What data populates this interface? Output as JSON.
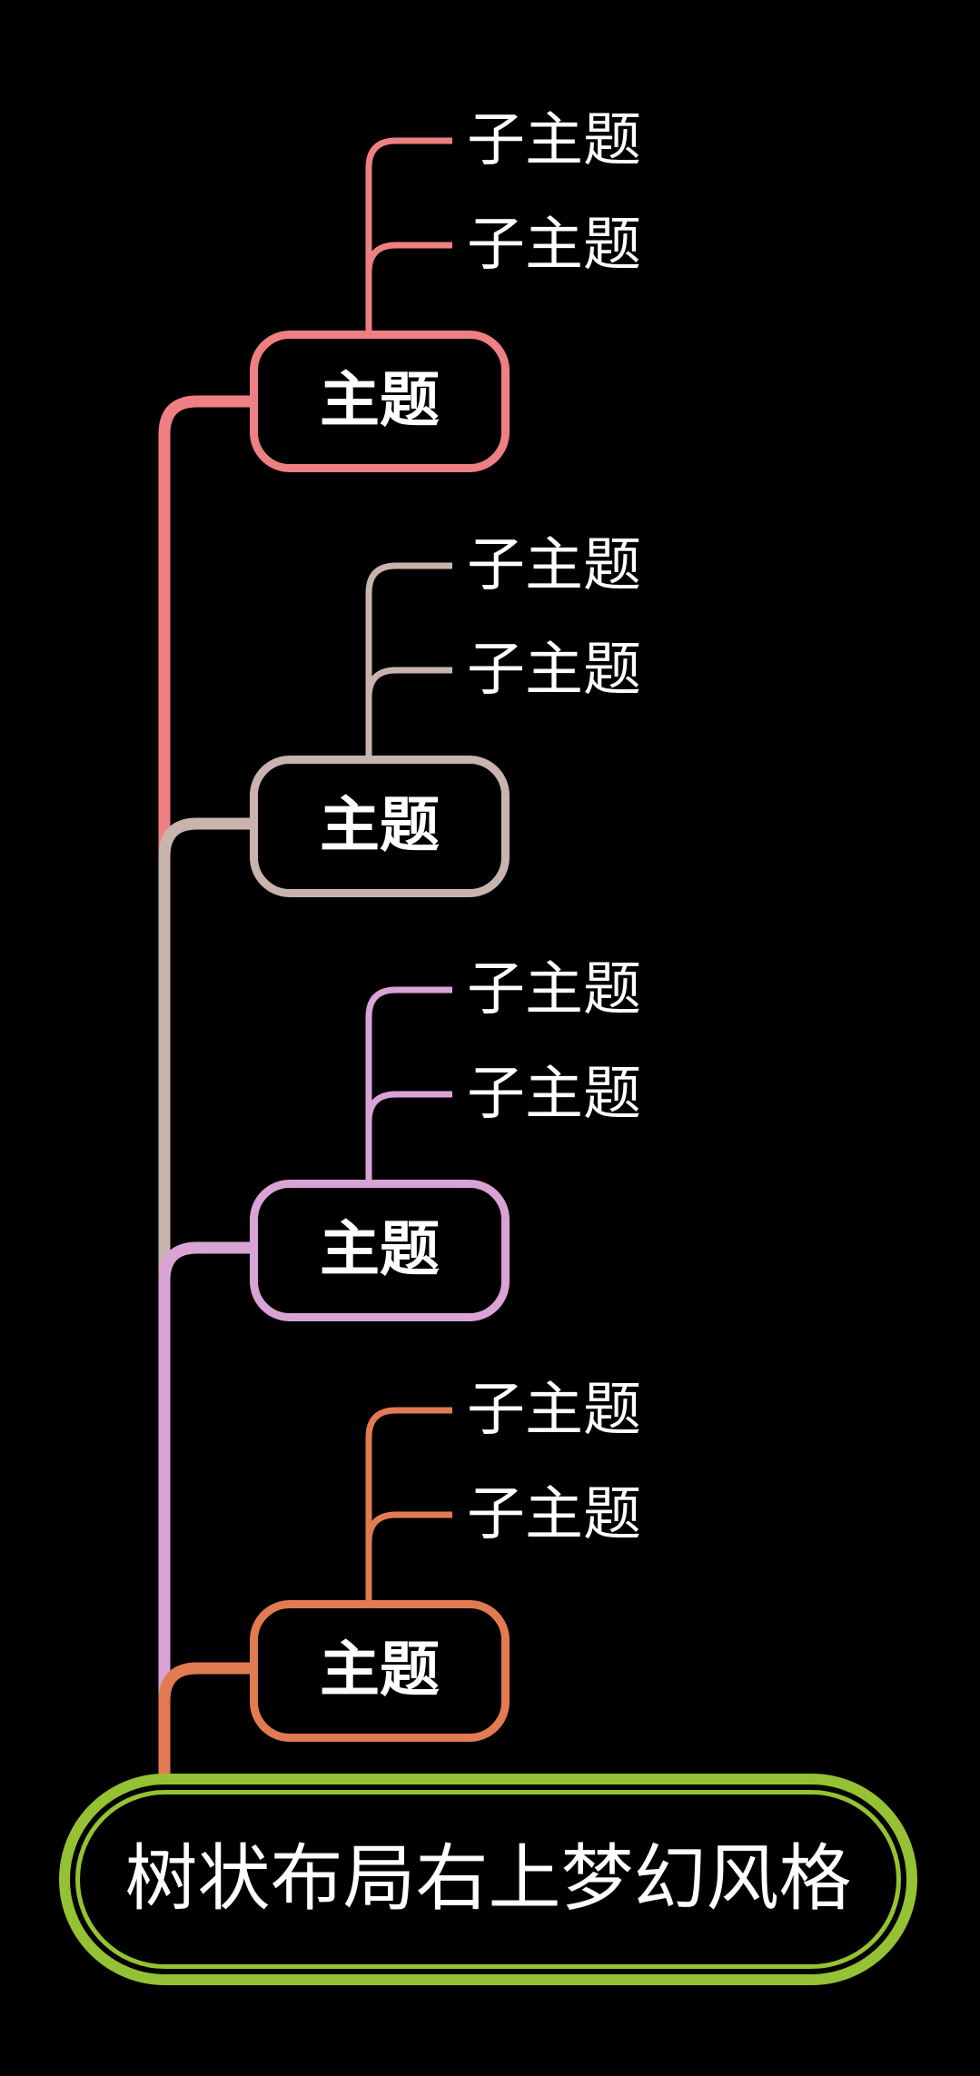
{
  "canvas": {
    "background": "#000000",
    "text_color": "#ffffff"
  },
  "root": {
    "label": "树状布局右上梦幻风格",
    "color": "#95c233",
    "text_color": "#ffffff"
  },
  "nodes": [
    {
      "label": "主题",
      "color": "#ee8083",
      "children": [
        {
          "label": "子主题"
        },
        {
          "label": "子主题"
        }
      ]
    },
    {
      "label": "主题",
      "color": "#c8b4ac",
      "children": [
        {
          "label": "子主题"
        },
        {
          "label": "子主题"
        }
      ]
    },
    {
      "label": "主题",
      "color": "#d9a3d6",
      "children": [
        {
          "label": "子主题"
        },
        {
          "label": "子主题"
        }
      ]
    },
    {
      "label": "主题",
      "color": "#e27b52",
      "children": [
        {
          "label": "子主题"
        },
        {
          "label": "子主题"
        }
      ]
    }
  ]
}
